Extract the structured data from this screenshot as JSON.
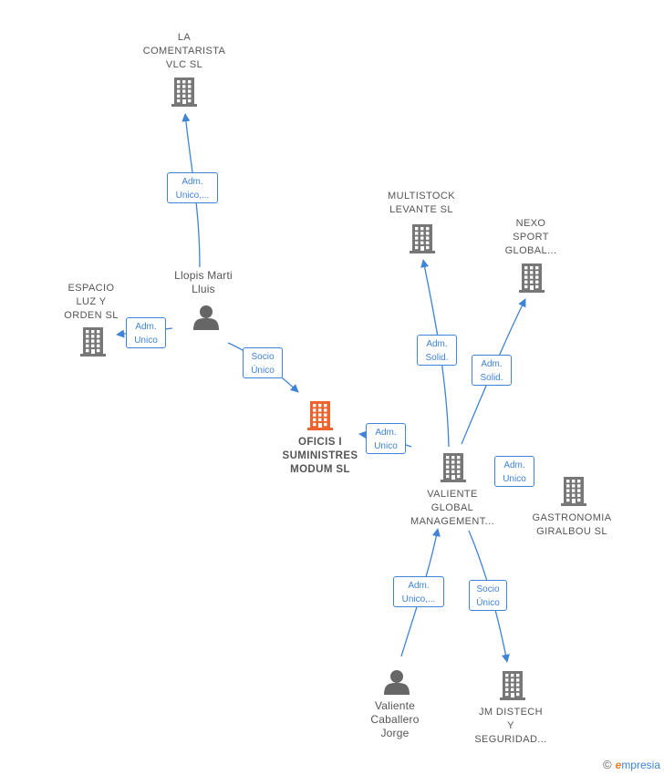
{
  "colors": {
    "edge": "#3f83d6",
    "building": "#777777",
    "building_main": "#f0622e",
    "person": "#666666",
    "label": "#555555"
  },
  "nodes": [
    {
      "id": "la-comentarista",
      "type": "company",
      "label_lines": [
        "LA",
        "COMENTARISTA",
        "VLC SL"
      ],
      "icon": "building-icon"
    },
    {
      "id": "espacio-luz",
      "type": "company",
      "label_lines": [
        "ESPACIO",
        "LUZ Y",
        "ORDEN SL"
      ],
      "icon": "building-icon"
    },
    {
      "id": "llopis",
      "type": "person",
      "label_lines": [
        "Llopis Marti",
        "Lluis"
      ],
      "icon": "person-icon"
    },
    {
      "id": "oficis",
      "type": "company",
      "main": true,
      "label_lines": [
        "OFICIS I",
        "SUMINISTRES",
        "MODUM SL"
      ],
      "icon": "building-icon"
    },
    {
      "id": "multistock",
      "type": "company",
      "label_lines": [
        "MULTISTOCK",
        "LEVANTE SL"
      ],
      "icon": "building-icon"
    },
    {
      "id": "nexo",
      "type": "company",
      "label_lines": [
        "NEXO",
        "SPORT",
        "GLOBAL..."
      ],
      "icon": "building-icon"
    },
    {
      "id": "valiente-global",
      "type": "company",
      "label_lines": [
        "VALIENTE",
        "GLOBAL",
        "MANAGEMENT..."
      ],
      "icon": "building-icon"
    },
    {
      "id": "gastronomia",
      "type": "company",
      "label_lines": [
        "GASTRONOMIA",
        "GIRALBOU SL"
      ],
      "icon": "building-icon"
    },
    {
      "id": "valiente-jorge",
      "type": "person",
      "label_lines": [
        "Valiente",
        "Caballero",
        "Jorge"
      ],
      "icon": "person-icon"
    },
    {
      "id": "jm-distech",
      "type": "company",
      "label_lines": [
        "JM DISTECH",
        "Y",
        "SEGURIDAD..."
      ],
      "icon": "building-icon"
    }
  ],
  "edges": [
    {
      "from": "llopis",
      "to": "la-comentarista",
      "label_lines": [
        "Adm.",
        "Unico,..."
      ]
    },
    {
      "from": "llopis",
      "to": "espacio-luz",
      "label_lines": [
        "Adm.",
        "Unico"
      ]
    },
    {
      "from": "llopis",
      "to": "oficis",
      "label_lines": [
        "Socio",
        "Único"
      ]
    },
    {
      "from": "valiente-global",
      "to": "oficis",
      "label_lines": [
        "Adm.",
        "Unico"
      ]
    },
    {
      "from": "valiente-global",
      "to": "multistock",
      "label_lines": [
        "Adm.",
        "Solid."
      ]
    },
    {
      "from": "valiente-global",
      "to": "nexo",
      "label_lines": [
        "Adm.",
        "Solid."
      ]
    },
    {
      "from": "valiente-global",
      "to": "gastronomia",
      "label_lines": [
        "Adm.",
        "Unico"
      ]
    },
    {
      "from": "valiente-jorge",
      "to": "valiente-global",
      "label_lines": [
        "Adm.",
        "Unico,..."
      ]
    },
    {
      "from": "valiente-global",
      "to": "jm-distech",
      "label_lines": [
        "Socio",
        "Único"
      ]
    }
  ],
  "brand": {
    "copyright": "©",
    "initial": "e",
    "rest": "mpresia"
  }
}
